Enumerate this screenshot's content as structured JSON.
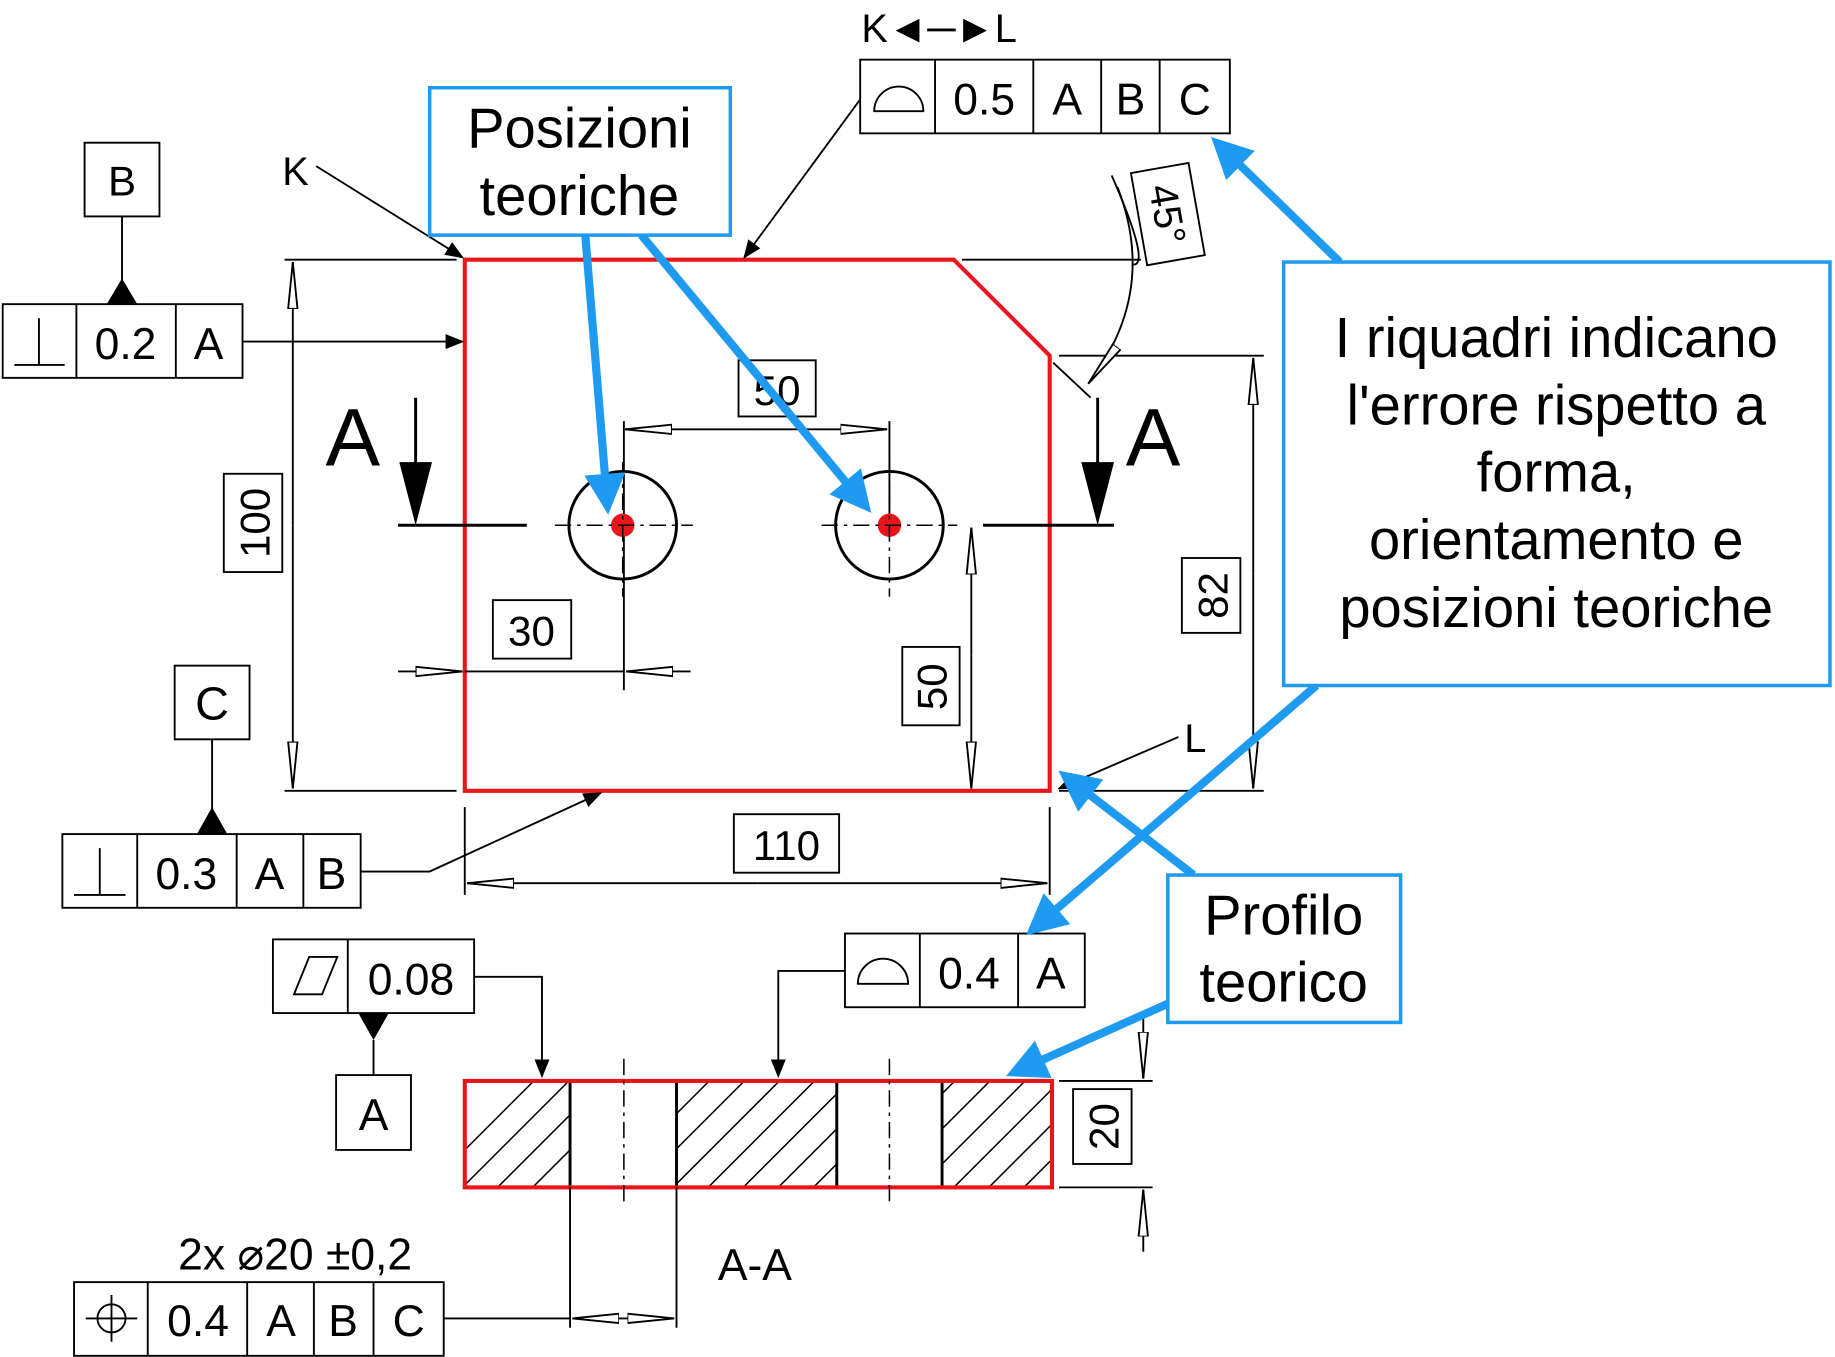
{
  "callouts": {
    "positions": [
      "Posizioni",
      "teoriche"
    ],
    "main": [
      "I riquadri indicano",
      "l'errore rispetto a",
      "forma,",
      "orientamento e",
      "posizioni teoriche"
    ],
    "profile": [
      "Profilo",
      "teorico"
    ]
  },
  "labels": {
    "K": "K",
    "L": "L",
    "section_left": "A",
    "section_right": "A",
    "section_name": "A-A",
    "kl": "K◄─►L"
  },
  "dimensions": {
    "d100": "100",
    "d50h": "50",
    "d30": "30",
    "d50v": "50",
    "d82": "82",
    "d110": "110",
    "d45": "45°",
    "d20": "20",
    "holes": "2x ⌀20 ±0,2"
  },
  "datums": {
    "B": "B",
    "C": "C",
    "A": "A"
  },
  "fcf": {
    "top": [
      "0.5",
      "A",
      "B",
      "C"
    ],
    "perp_b": [
      "0.2",
      "A"
    ],
    "perp_c": [
      "0.3",
      "A",
      "B"
    ],
    "flat": [
      "0.08"
    ],
    "profile": [
      "0.4",
      "A"
    ],
    "position": [
      "0.4",
      "A",
      "B",
      "C"
    ]
  },
  "colors": {
    "part": "#e8151b",
    "callout": "#1e9bf0"
  }
}
